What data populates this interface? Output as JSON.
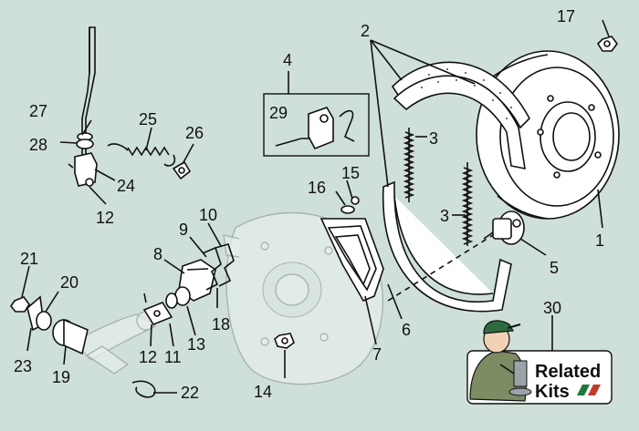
{
  "diagram": {
    "callouts": [
      {
        "id": "1",
        "text": "1"
      },
      {
        "id": "2",
        "text": "2"
      },
      {
        "id": "3a",
        "text": "3"
      },
      {
        "id": "3b",
        "text": "3"
      },
      {
        "id": "4",
        "text": "4"
      },
      {
        "id": "5",
        "text": "5"
      },
      {
        "id": "6",
        "text": "6"
      },
      {
        "id": "7",
        "text": "7"
      },
      {
        "id": "8",
        "text": "8"
      },
      {
        "id": "9",
        "text": "9"
      },
      {
        "id": "10",
        "text": "10"
      },
      {
        "id": "11",
        "text": "11"
      },
      {
        "id": "12a",
        "text": "12"
      },
      {
        "id": "12b",
        "text": "12"
      },
      {
        "id": "13",
        "text": "13"
      },
      {
        "id": "14",
        "text": "14"
      },
      {
        "id": "15",
        "text": "15"
      },
      {
        "id": "16",
        "text": "16"
      },
      {
        "id": "17",
        "text": "17"
      },
      {
        "id": "18",
        "text": "18"
      },
      {
        "id": "19",
        "text": "19"
      },
      {
        "id": "20",
        "text": "20"
      },
      {
        "id": "21",
        "text": "21"
      },
      {
        "id": "22",
        "text": "22"
      },
      {
        "id": "23",
        "text": "23"
      },
      {
        "id": "24",
        "text": "24"
      },
      {
        "id": "25",
        "text": "25"
      },
      {
        "id": "26",
        "text": "26"
      },
      {
        "id": "27",
        "text": "27"
      },
      {
        "id": "28",
        "text": "28"
      },
      {
        "id": "29",
        "text": "29"
      },
      {
        "id": "30",
        "text": "30"
      }
    ]
  },
  "related_kits": {
    "line1": "Related",
    "line2": "Kits",
    "stripe_colors": [
      "#1f7a3a",
      "#c0392b"
    ]
  },
  "colors": {
    "background": "#cfe0d8",
    "line": "#111111",
    "mechanic_cap": "#2e6b3f"
  }
}
